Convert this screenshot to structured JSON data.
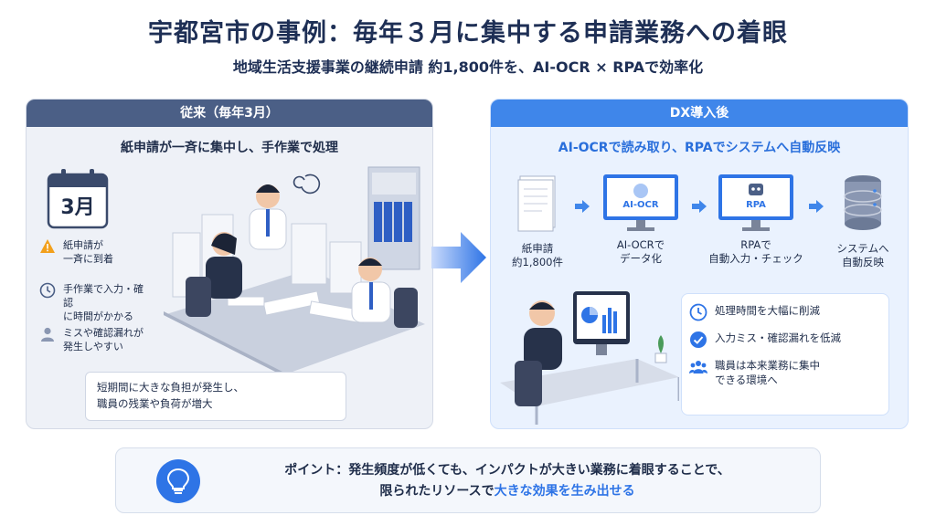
{
  "header": {
    "title": "宇都宮市の事例：毎年３月に集中する申請業務への着眼",
    "subtitle": "地域生活支援事業の継続申請 約1,800件を、AI-OCR × RPAで効率化"
  },
  "before": {
    "heading": "従来（毎年3月）",
    "summary": "紙申請が一斉に集中し、手作業で処理",
    "calendar_label": "3月",
    "issues": [
      {
        "icon": "warning-icon",
        "lines": [
          "紙申請が",
          "一斉に到着"
        ]
      },
      {
        "icon": "clock-icon",
        "lines": [
          "手作業で入力・確認",
          "に時間がかかる"
        ]
      },
      {
        "icon": "person-icon",
        "lines": [
          "ミスや確認漏れが",
          "発生しやすい"
        ]
      }
    ],
    "note_lines": [
      "短期間に大きな負担が発生し、",
      "職員の残業や負荷が増大"
    ]
  },
  "after": {
    "heading": "DX導入後",
    "summary": "AI-OCRで読み取り、RPAでシステムへ自動反映",
    "flow": [
      {
        "icon": "paper-stack-icon",
        "lines": [
          "紙申請",
          "約1,800件"
        ]
      },
      {
        "icon": "ai-ocr-monitor-icon",
        "screen": "AI-OCR",
        "lines": [
          "AI-OCRで",
          "データ化"
        ]
      },
      {
        "icon": "rpa-monitor-icon",
        "screen": "RPA",
        "lines": [
          "RPAで",
          "自動入力・チェック"
        ]
      },
      {
        "icon": "database-icon",
        "lines": [
          "システムへ",
          "自動反映"
        ]
      }
    ],
    "benefits": [
      {
        "icon": "clock-icon",
        "lines": [
          "処理時間を大幅に削減"
        ]
      },
      {
        "icon": "check-circle-icon",
        "lines": [
          "入力ミス・確認漏れを低減"
        ]
      },
      {
        "icon": "people-icon",
        "lines": [
          "職員は本来業務に集中",
          "できる環境へ"
        ]
      }
    ]
  },
  "point": {
    "line1": "ポイント：発生頻度が低くても、インパクトが大きい業務に着眼することで、",
    "line2_prefix": "限られたリソースで",
    "line2_highlight": "大きな効果を生み出せる"
  },
  "colors": {
    "navy": "#1e2f55",
    "before_header": "#4b5f86",
    "after_header": "#3f86ea",
    "accent_blue": "#2e74e6",
    "warning": "#f2a01c"
  }
}
